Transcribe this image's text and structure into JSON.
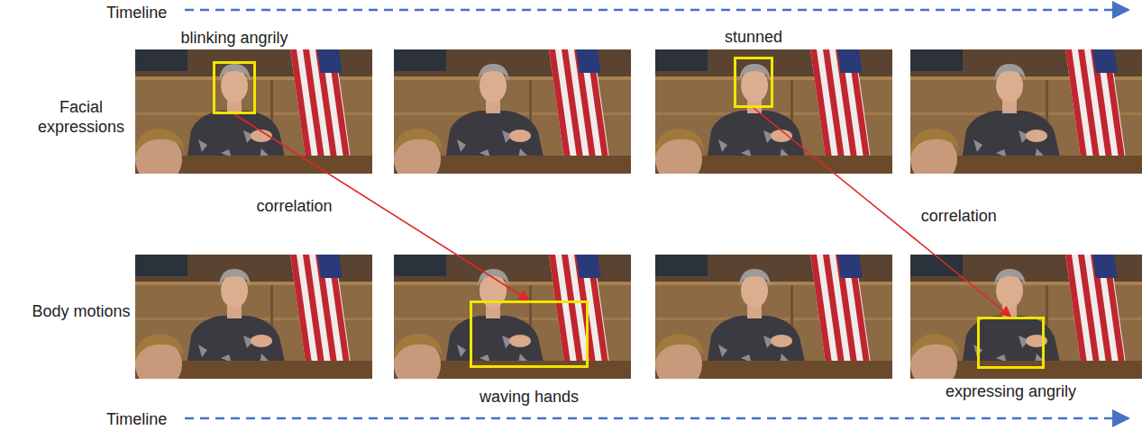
{
  "diagram": {
    "nodes": [
      {
        "text": [
          "blinking angrily"
        ]
      },
      {
        "text": [
          "stunned"
        ]
      },
      {
        "text": [
          "waving hands"
        ]
      },
      {
        "text": [
          "expressing angrily"
        ]
      }
    ],
    "edges": [
      {
        "from": 0,
        "to": 2,
        "arrow": "to",
        "label": "correlation"
      },
      {
        "from": 1,
        "to": 3,
        "arrow": "to",
        "label": "correlation"
      }
    ],
    "labels": [
      "Timeline",
      "Facial expressions",
      "Body motions",
      "Timeline"
    ]
  }
}
